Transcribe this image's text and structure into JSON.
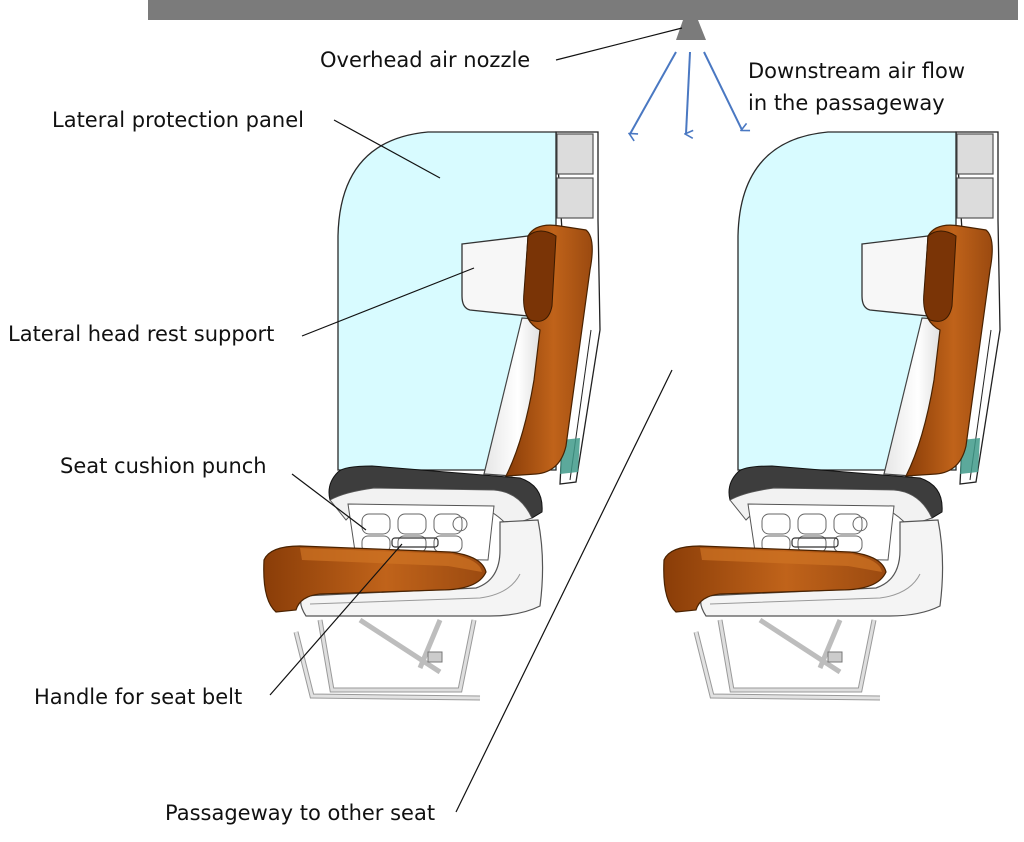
{
  "labels": {
    "overhead_nozzle": "Overhead air nozzle",
    "airflow_line1": "Downstream air flow",
    "airflow_line2": "in the passageway",
    "lateral_panel": "Lateral protection panel",
    "head_rest_support": "Lateral head rest support",
    "cushion_punch": "Seat cushion punch",
    "belt_handle": "Handle for seat belt",
    "passageway": "Passageway to other seat"
  },
  "colors": {
    "ceiling": "#7b7b7b",
    "panel_fill": "#d8fbff",
    "seat_orange": "#b85c10",
    "seat_orange_dark": "#7a3406",
    "shell_dark": "#3d3d3d",
    "frame_white": "#f4f4f4",
    "frame_grey": "#cfcfcf",
    "airflow_arrow": "#4a78c2",
    "leader_line": "#111111"
  },
  "seats": [
    {
      "name": "left-seat"
    },
    {
      "name": "right-seat"
    }
  ]
}
